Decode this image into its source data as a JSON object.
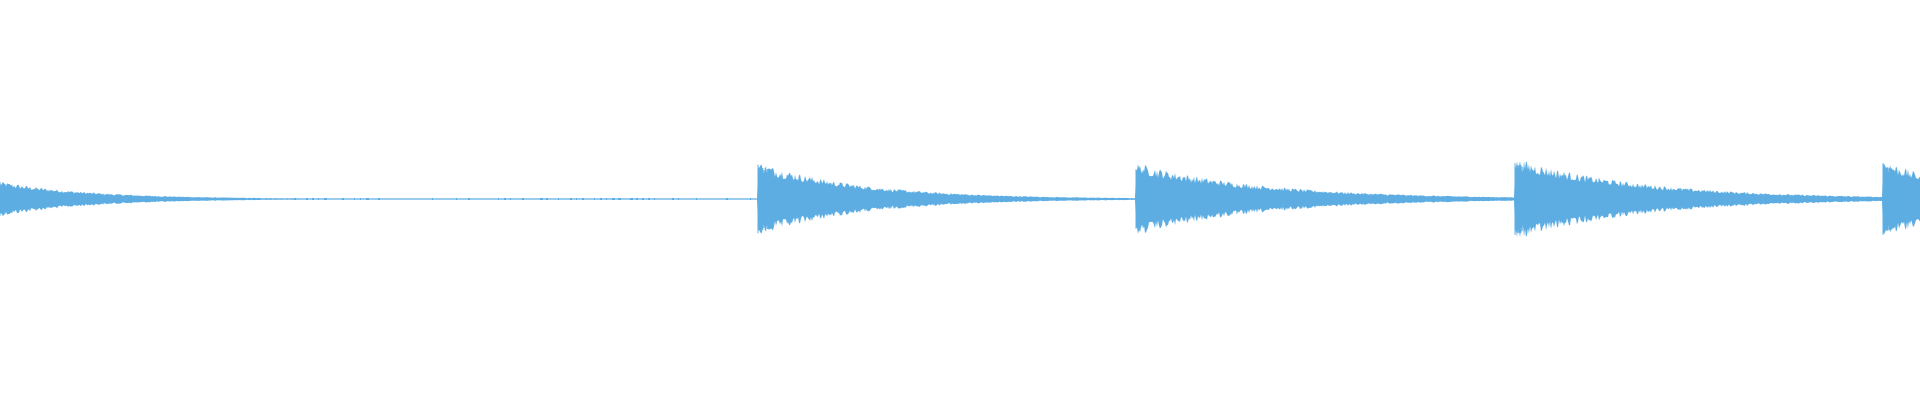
{
  "waveform": {
    "color": "#5dade2",
    "background": "#ffffff",
    "onsets": [
      {
        "strength": 0.45,
        "decay": 0.018
      },
      {
        "strength": 0.95,
        "decay": 0.016
      },
      {
        "strength": 0.9,
        "decay": 0.013
      },
      {
        "strength": 1.0,
        "decay": 0.013
      },
      {
        "strength": 0.95,
        "decay": 0.02
      }
    ]
  }
}
